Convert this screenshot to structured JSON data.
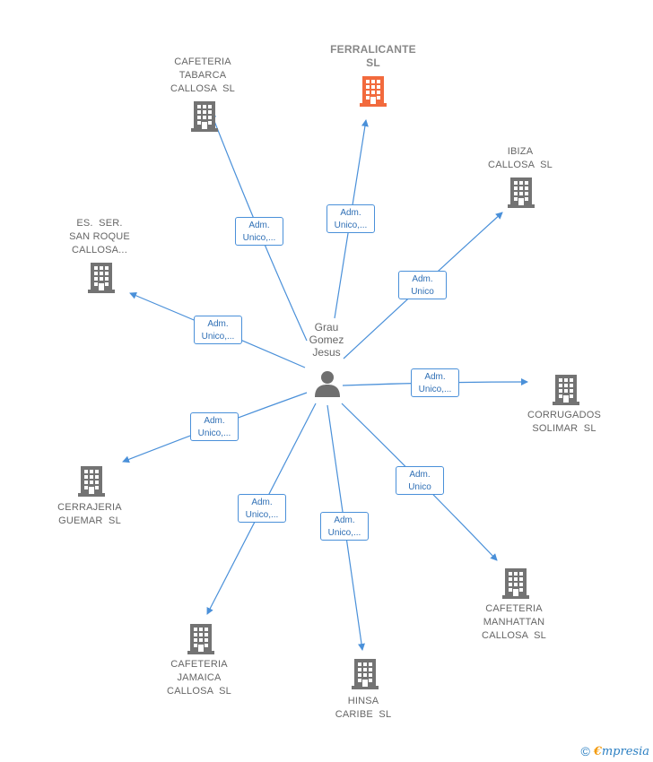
{
  "center": {
    "name_lines": [
      "Grau",
      "Gomez",
      "Jesus"
    ],
    "icon": "person-icon"
  },
  "nodes": [
    {
      "id": "ferralicante",
      "label_lines": [
        "FERRALICANTE",
        "SL"
      ],
      "highlight": true,
      "edge": [
        "Adm.",
        "Unico,..."
      ]
    },
    {
      "id": "cafeteria-tabarca",
      "label_lines": [
        "CAFETERIA",
        "TABARCA",
        "CALLOSA  SL"
      ],
      "highlight": false,
      "edge": [
        "Adm.",
        "Unico,..."
      ]
    },
    {
      "id": "ibiza-callosa",
      "label_lines": [
        "IBIZA",
        "CALLOSA  SL"
      ],
      "highlight": false,
      "edge": [
        "Adm.",
        "Unico"
      ]
    },
    {
      "id": "es-ser-san-roque",
      "label_lines": [
        "ES.  SER.",
        "SAN ROQUE",
        "CALLOSA..."
      ],
      "highlight": false,
      "edge": [
        "Adm.",
        "Unico,..."
      ]
    },
    {
      "id": "corrugados-solimar",
      "label_lines": [
        "CORRUGADOS",
        "SOLIMAR  SL"
      ],
      "highlight": false,
      "edge": [
        "Adm.",
        "Unico,..."
      ]
    },
    {
      "id": "cerrajeria-guemar",
      "label_lines": [
        "CERRAJERIA",
        "GUEMAR  SL"
      ],
      "highlight": false,
      "edge": [
        "Adm.",
        "Unico,..."
      ]
    },
    {
      "id": "cafeteria-manhattan",
      "label_lines": [
        "CAFETERIA",
        "MANHATTAN",
        "CALLOSA  SL"
      ],
      "highlight": false,
      "edge": [
        "Adm.",
        "Unico"
      ]
    },
    {
      "id": "cafeteria-jamaica",
      "label_lines": [
        "CAFETERIA",
        "JAMAICA",
        "CALLOSA  SL"
      ],
      "highlight": false,
      "edge": [
        "Adm.",
        "Unico,..."
      ]
    },
    {
      "id": "hinsa-caribe",
      "label_lines": [
        "HINSA",
        "CARIBE  SL"
      ],
      "highlight": false,
      "edge": [
        "Adm.",
        "Unico,..."
      ]
    }
  ],
  "colors": {
    "edge": "#4a90d9",
    "building": "#737373",
    "building_highlight": "#f26a3d",
    "person": "#6f6f6f"
  },
  "footer": {
    "copyright": "©",
    "brand_initial": "€",
    "brand_rest": "mpresia"
  }
}
